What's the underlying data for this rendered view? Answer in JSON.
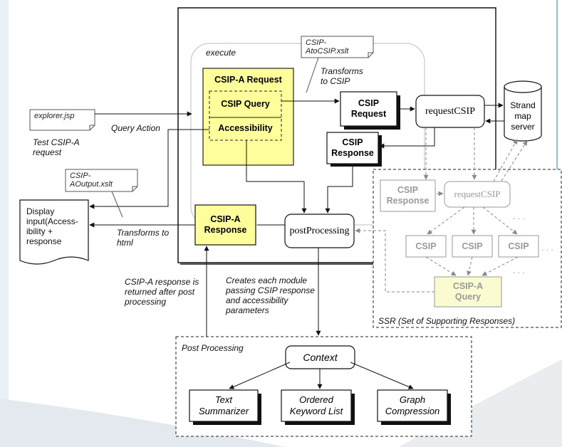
{
  "colors": {
    "highlight": "#fefe9a",
    "faded_highlight": "#fbfbd2",
    "faded": "#9a9a9a",
    "accent_border": "#62aedb",
    "dark": "#111111"
  },
  "labels": {
    "execute": "execute",
    "xslt_top": "CSIP-AtoCSIP.xslt",
    "transforms_csip": "Transforms\nto CSIP",
    "csipa_request": "CSIP-A Request",
    "csip_query": "CSIP Query",
    "accessibility": "Accessibility",
    "csip_request": "CSIP\nRequest",
    "request_csip": "requestCSIP",
    "strand_map_server": "Strand\nmap\nserver",
    "explorer_jsp": "explorer.jsp",
    "test_csipa": "Test CSIP-A\nrequest",
    "query_action": "Query Action",
    "csip_response": "CSIP\nResponse",
    "xslt_output": "CSIP-AOutput.xslt",
    "display": "Display\ninput(Access-\nibility +\nresponse",
    "csipa_response": "CSIP-A\nResponse",
    "transforms_html": "Transforms to\nhtml",
    "post_processing_box": "postProcessing",
    "ssr_csip_response": "CSIP\nResponse",
    "ssr_request_csip": "requestCSIP",
    "csip": "CSIP",
    "dots": ". . .",
    "ssr_csipa_query": "CSIP-A\nQuery",
    "ssr_label": "SSR (Set of Supporting Responses)",
    "returned_note": "CSIP-A response is\nreturned after post\nprocessing",
    "creates_note": "Creates each module\npassing CSIP response\nand accessibility\nparameters",
    "post_processing_title": "Post Processing",
    "context": "Context",
    "text_summarizer": "Text\nSummarizer",
    "ordered_keyword_list": "Ordered\nKeyword List",
    "graph_compression": "Graph\nCompression"
  }
}
